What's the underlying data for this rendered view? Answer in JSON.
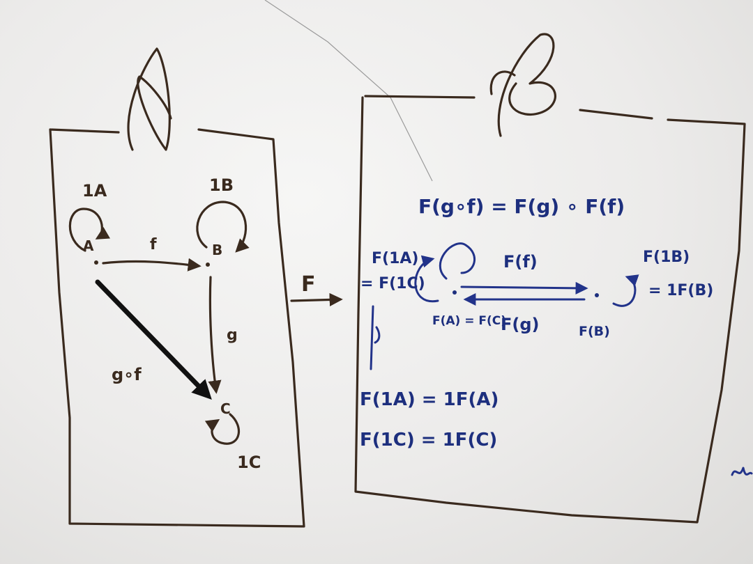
{
  "category_a": {
    "name": "A",
    "objects": [
      "A",
      "B",
      "C"
    ],
    "identities": [
      "1A",
      "1B",
      "1C"
    ],
    "morphisms": [
      "f",
      "g",
      "g∘f"
    ]
  },
  "functor_label": "F",
  "category_b": {
    "name": "B",
    "composition_law": "F(g∘f) = F(g) ∘ F(f)",
    "identity_label_left_1": "F(1A)",
    "identity_label_left_2": "= F(1C)",
    "identity_label_right_1": "F(1B)",
    "identity_label_right_2": "= 1F(B)",
    "object_left": "F(A) = F(C)",
    "object_right": "F(B)",
    "morphism_top": "F(f)",
    "morphism_bottom": "F(g)",
    "law_1": "F(1A) = 1F(A)",
    "law_2": "F(1C) = 1F(C)"
  },
  "colors": {
    "marker_brown": "#3a2a1e",
    "marker_blue": "#1d2f7e",
    "board": "#f2f2f1"
  }
}
